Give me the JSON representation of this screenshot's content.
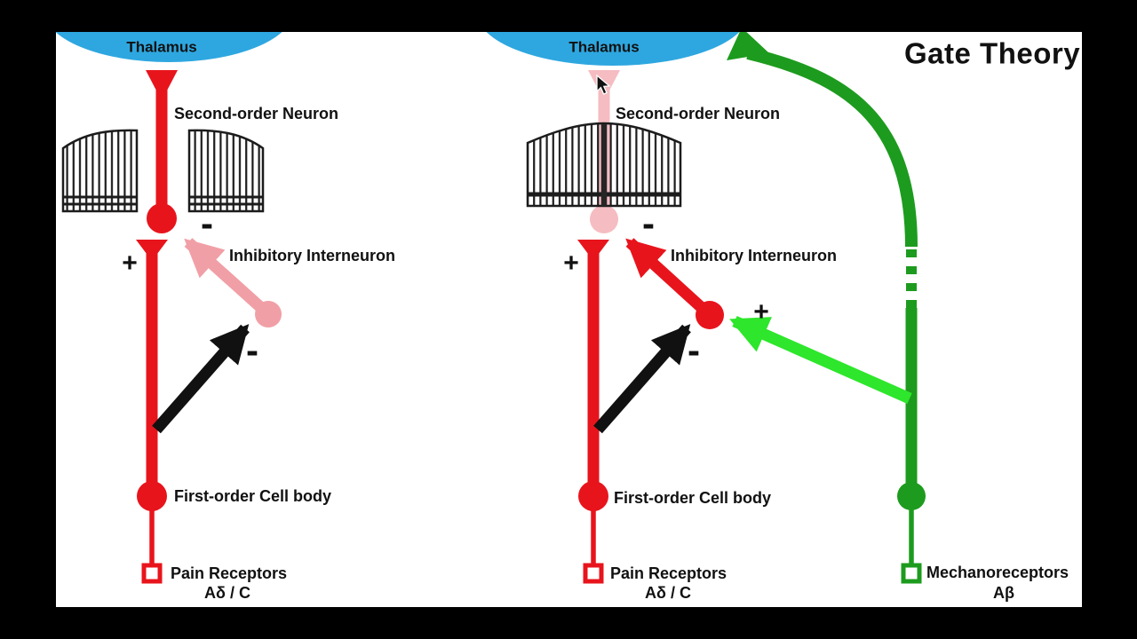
{
  "title": "Gate Theory",
  "symbols": {
    "plus": "+",
    "minus": "-"
  },
  "colors": {
    "background": "#ffffff",
    "letterbox": "#000000",
    "thalamus_blue": "#2ea7e0",
    "pain_red": "#e8141c",
    "inhibitory_pink": "#f19fa6",
    "faded_pink": "#f5bcc1",
    "mechano_dark_green": "#1d9b1e",
    "mechano_bright_green": "#2ee62c",
    "gate_black": "#1c1c1c"
  },
  "left": {
    "thalamus": "Thalamus",
    "second_order": "Second-order Neuron",
    "inhibitory": "Inhibitory Interneuron",
    "first_order": "First-order Cell body",
    "receptors": "Pain Receptors",
    "fiber": "Aδ / C",
    "gate_state": "open"
  },
  "right": {
    "thalamus": "Thalamus",
    "second_order": "Second-order Neuron",
    "inhibitory": "Inhibitory Interneuron",
    "first_order": "First-order Cell body",
    "receptors": "Pain Receptors",
    "fiber": "Aδ / C",
    "mechanoreceptors": "Mechanoreceptors",
    "mechano_fiber": "Aβ",
    "gate_state": "closed"
  }
}
